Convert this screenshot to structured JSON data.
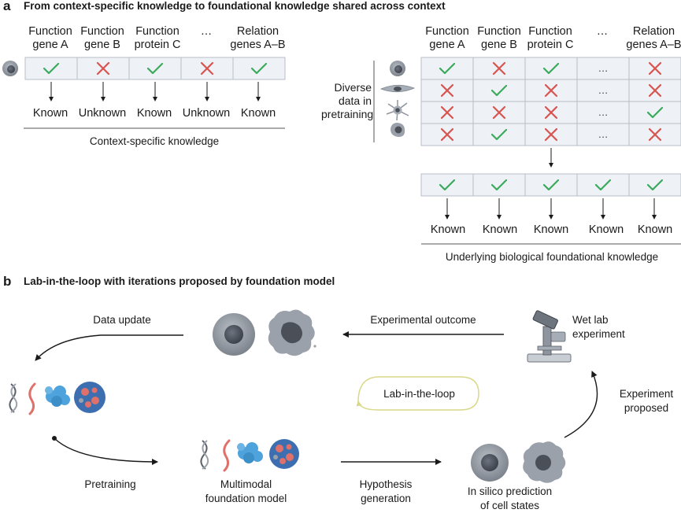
{
  "panel_a": {
    "letter": "a",
    "title": "From context-specific knowledge to foundational knowledge shared across context",
    "headers": [
      {
        "line1": "Function",
        "line2": "gene A"
      },
      {
        "line1": "Function",
        "line2": "gene B"
      },
      {
        "line1": "Function",
        "line2": "protein C"
      },
      {
        "line1": "…",
        "line2": ""
      },
      {
        "line1": "Relation",
        "line2": "genes A–B"
      }
    ],
    "left_row": [
      "check",
      "cross",
      "check",
      "cross",
      "check"
    ],
    "left_outcomes": [
      "Known",
      "Unknown",
      "Known",
      "Unknown",
      "Known"
    ],
    "left_caption": "Context-specific knowledge",
    "diverse_label": {
      "line1": "Diverse",
      "line2": "data in",
      "line3": "pretraining"
    },
    "right_rows": [
      [
        "check",
        "cross",
        "check",
        "…",
        "cross"
      ],
      [
        "cross",
        "check",
        "cross",
        "…",
        "cross"
      ],
      [
        "cross",
        "cross",
        "cross",
        "…",
        "check"
      ],
      [
        "cross",
        "check",
        "cross",
        "…",
        "cross"
      ]
    ],
    "bottom_row": [
      "check",
      "check",
      "check",
      "check",
      "check"
    ],
    "right_outcomes": [
      "Known",
      "Known",
      "Known",
      "Known",
      "Known"
    ],
    "right_caption": "Underlying biological foundational knowledge"
  },
  "panel_b": {
    "letter": "b",
    "title": "Lab-in-the-loop with iterations proposed by foundation model",
    "data_update": "Data update",
    "experimental_outcome": "Experimental outcome",
    "wet_lab": {
      "line1": "Wet lab",
      "line2": "experiment"
    },
    "lab_in_loop": "Lab-in-the-loop",
    "experiment_proposed": {
      "line1": "Experiment",
      "line2": "proposed"
    },
    "pretraining": "Pretraining",
    "multimodal": {
      "line1": "Multimodal",
      "line2": "foundation model"
    },
    "hypothesis": {
      "line1": "Hypothesis",
      "line2": "generation"
    },
    "in_silico": {
      "line1": "In silico prediction",
      "line2": "of cell states"
    }
  },
  "colors": {
    "check": "#3aaa5c",
    "cross": "#d9534f",
    "cell_fill": "#eef1f5",
    "cell_border": "#b8bec7",
    "cell_gray": "#8a8f98",
    "loop": "#d9d88a",
    "protein": "#4fa3dc",
    "rna": "#e0706a"
  }
}
